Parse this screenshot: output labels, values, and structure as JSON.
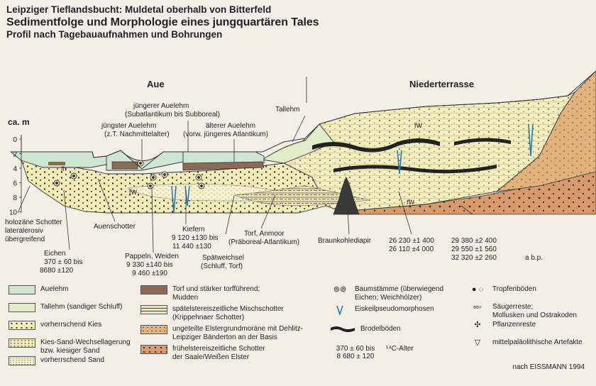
{
  "header": {
    "title_line1": "Leipziger Tieflandsbucht: Muldetal oberhalb von Bitterfeld",
    "title_line2": "Sedimentfolge und Morphologie eines jungquartären Tales",
    "title_line3": "Profil nach Tagebauaufnahmen und Bohrungen"
  },
  "profile": {
    "region_left": "Aue",
    "region_right": "Niederterrasse",
    "axis_unit": "ca. m",
    "depth_ticks": [
      "0",
      "2",
      "4",
      "6",
      "8",
      "10"
    ],
    "labels": {
      "juengerer_auelehm_1": "jüngerer Auelehm",
      "juengerer_auelehm_2": "(Subatlantikum bis Subboreal)",
      "juengster_auelehm_1": "jüngster Auelehm",
      "juengster_auelehm_2": "(z.T. Nachmittelalter)",
      "aelterer_auelehm_1": "älterer Auelehm",
      "aelterer_auelehm_2": "(vorw. jüngeres Atlantikum)",
      "tallehm": "Tallehm",
      "fh": "fh",
      "fw1": "fW",
      "fw2": "fW",
      "fw3": "fW",
      "holozaene_1": "holozäne Schotter",
      "holozaene_2": "lateralerosiv",
      "holozaene_3": "übergreifend",
      "auenschotter": "Auenschotter",
      "eichen": "Eichen",
      "eichen_d1": "370 ±  60 bis",
      "eichen_d2": "8680 ±120",
      "pappeln": "Pappeln, Weiden",
      "pappeln_d1": "9 330 ±140 bis",
      "pappeln_d2": "9 460 ±190",
      "kiefern": "Kiefern",
      "kiefern_d1": "9 120 ±130 bis",
      "kiefern_d2": "11 440 ±130",
      "spaetweichsel_1": "Spätweichsel",
      "spaetweichsel_2": "(Schluff, Torf)",
      "torf_1": "Torf, Anmoor",
      "torf_2": "(Präboreal-Atlantikum)",
      "braunkohle": "Braunkohlediapir",
      "nt_d1": "26 230 ±1 400",
      "nt_d2": "26 110 ±4 000",
      "nt_d3": "29 380 ±2 400",
      "nt_d4": "29 550 ±1 560",
      "nt_d5": "32 320 ±2 260",
      "abp": "a b.p."
    }
  },
  "colors": {
    "auelehm": "#cfe6d2",
    "tallehm": "#e2ecc8",
    "kies": "#f3ecb8",
    "sand": "#f6f1cc",
    "torf": "#8c6a58",
    "moraene": "#e3b27c",
    "saale": "#d79a6a",
    "braunkohle": "#3a3a3a",
    "outline": "#333333"
  },
  "legend": {
    "col1": [
      {
        "key": "auelehm",
        "label": "Auelehm"
      },
      {
        "key": "tallehm",
        "label": "Tallehm (sandiger Schluff)"
      },
      {
        "key": "vorherrschend_kies",
        "label": "vorherrschend Kies"
      },
      {
        "key": "kies_sand",
        "label": "Kies-Sand-Wechsellagerung",
        "label2": "bzw. kiesiger Sand"
      },
      {
        "key": "vorherrschend_sand",
        "label": "vorherrschend Sand"
      }
    ],
    "col2": [
      {
        "key": "torf",
        "label": "Torf und stärker torfführend;",
        "label2": "Mudden"
      },
      {
        "key": "mischschotter",
        "label": "spätelstereiszeitliche Mischschotter",
        "label2": "(Krippehnaer Schotter)"
      },
      {
        "key": "moraene",
        "label": "ungeteilte Elstergrundmoräne mit Dehlitz-",
        "label2": "Leipziger Bänderton an der Basis"
      },
      {
        "key": "saale",
        "label": "frühelstereiszeitliche Schotter",
        "label2": "der Saale/Weißen Elster"
      }
    ],
    "col3": [
      {
        "key": "baumstaemme",
        "label": "Baumstämme (überwiegend",
        "label2": "Eichen; Weichhölzer)"
      },
      {
        "key": "eiskeil",
        "label": "Eiskeilpseudomorphosen"
      },
      {
        "key": "brodel",
        "label": "Brodelböden"
      },
      {
        "key": "alter",
        "dates1": "370 ± 60 bis",
        "dates2": "8 680 ± 120",
        "label": "¹⁴C-Alter"
      }
    ],
    "col4": [
      {
        "key": "tropfen",
        "label": "Tropfenböden"
      },
      {
        "key": "saeuger",
        "label": "Säugerreste;",
        "label2": "Mollusken und Ostrakoden"
      },
      {
        "key": "pflanzen",
        "label": "Pflanzenreste"
      },
      {
        "key": "artefakte",
        "label": "mittelpaläolithische Artefakte"
      }
    ],
    "icons": {
      "baumstaemme": "⊚⊚",
      "eiskeil": "∨",
      "tropfen": "● ◌",
      "saeuger": "∞◦",
      "pflanzen": "✣",
      "artefakte": "▽"
    }
  },
  "credit": "nach EISSMANN 1994"
}
